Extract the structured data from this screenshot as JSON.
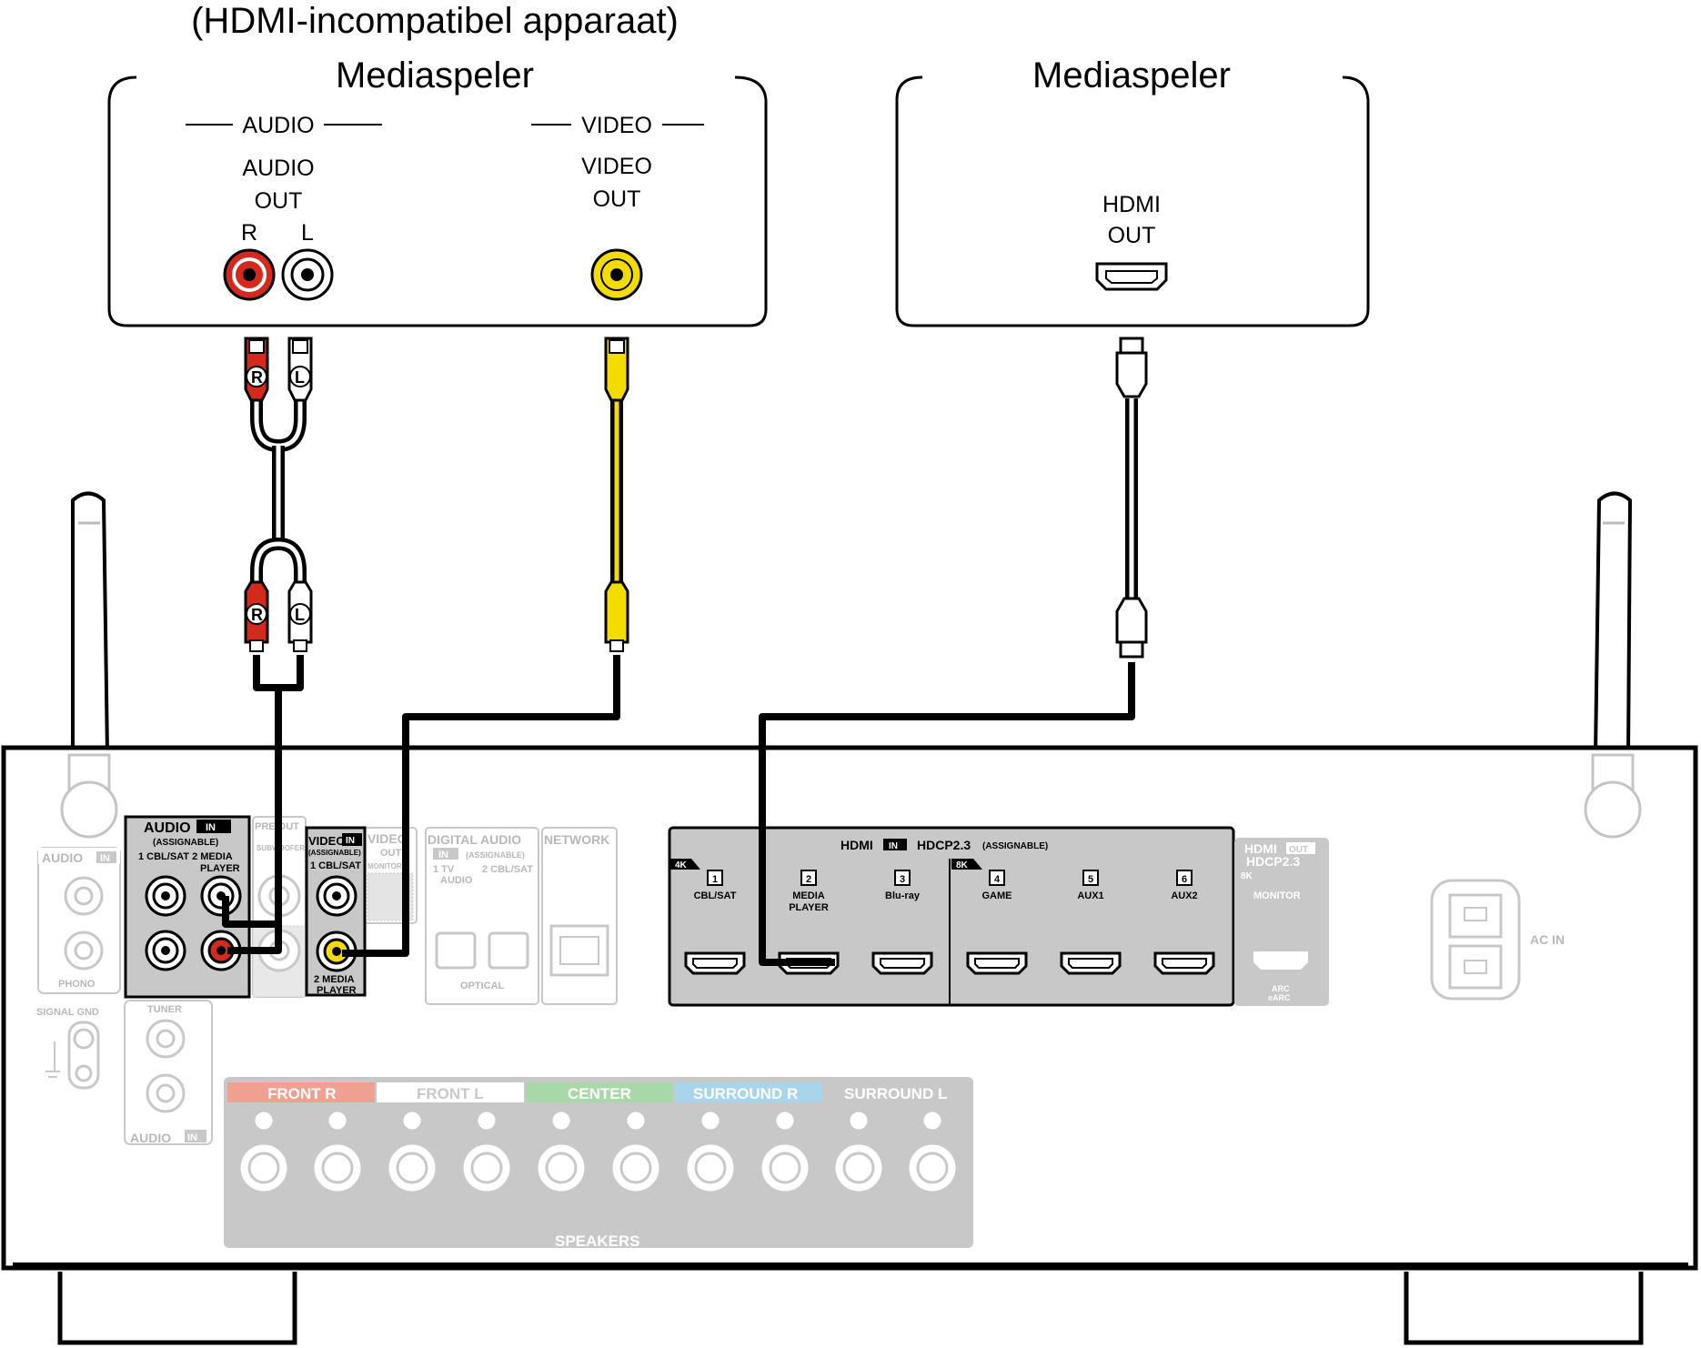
{
  "devices": {
    "incompatible_title": "(HDMI-incompatibel apparaat)",
    "player1_name": "Mediaspeler",
    "player2_name": "Mediaspeler",
    "audio_group": "AUDIO",
    "video_group": "VIDEO",
    "audio_out_1": "AUDIO",
    "audio_out_2": "OUT",
    "video_out_1": "VIDEO",
    "video_out_2": "OUT",
    "hdmi_out_1": "HDMI",
    "hdmi_out_2": "OUT",
    "r": "R",
    "l": "L"
  },
  "plugs": {
    "r": "R",
    "l": "L"
  },
  "receiver": {
    "audio_in": "AUDIO",
    "in": "IN",
    "assignable": "(ASSIGNABLE)",
    "audio_inputs": "1 CBL/SAT  2 MEDIA",
    "player": "PLAYER",
    "video_in": "VIDEO",
    "video_assignable": "(ASSIGNABLE)",
    "video_cbl": "1 CBL/SAT",
    "video_media": "2 MEDIA",
    "video_player": "PLAYER",
    "phono_header": "AUDIO",
    "phono_in": "IN",
    "phono": "PHONO",
    "signal_gnd": "SIGNAL GND",
    "tuner": "TUNER",
    "tuner_audio": "AUDIO",
    "tuner_in": "IN",
    "pre_out": "PRE OUT",
    "subwoofer": "SUBWOOFER",
    "video_out": "VIDEO",
    "video_out_b": "OUT",
    "monitor_small": "MONITOR",
    "digital_audio": "DIGITAL AUDIO",
    "digital_in": "IN",
    "digital_assignable": "(ASSIGNABLE)",
    "digital_tv": "1   TV",
    "digital_audio_small": "AUDIO",
    "digital_cbl": "2 CBL/SAT",
    "optical": "OPTICAL",
    "network": "NETWORK",
    "hdmi_header": "HDMI",
    "hdmi_in": "IN",
    "hdcp": "HDCP2.3",
    "hdmi_assignable": "(ASSIGNABLE)",
    "badge_4k": "4K",
    "badge_8k": "8K",
    "hdmi_ports": [
      {
        "num": "1",
        "label": "CBL/SAT",
        "label2": ""
      },
      {
        "num": "2",
        "label": "MEDIA",
        "label2": "PLAYER"
      },
      {
        "num": "3",
        "label": "Blu-ray",
        "label2": ""
      },
      {
        "num": "4",
        "label": "GAME",
        "label2": ""
      },
      {
        "num": "5",
        "label": "AUX1",
        "label2": ""
      },
      {
        "num": "6",
        "label": "AUX2",
        "label2": ""
      }
    ],
    "hdmi_out": "HDMI",
    "hdmi_out_tag": "OUT",
    "hdmi_out_hdcp": "HDCP2.3",
    "hdmi_out_8k": "8K",
    "monitor": "MONITOR",
    "arc": "ARC",
    "earc": "eARC",
    "ac_in": "AC IN",
    "speakers": {
      "front_r": "FRONT R",
      "front_l": "FRONT L",
      "center": "CENTER",
      "surround_r": "SURROUND R",
      "surround_l": "SURROUND L",
      "footer": "SPEAKERS"
    }
  },
  "colors": {
    "red": "#d42a1e",
    "yellow": "#f5dc00",
    "outline": "#000000",
    "faded": "#bdbdbd",
    "panel_gray": "#cccccc",
    "front_r": "#f0a090",
    "center": "#a8d8a8",
    "surround_r": "#a8d4ec"
  }
}
